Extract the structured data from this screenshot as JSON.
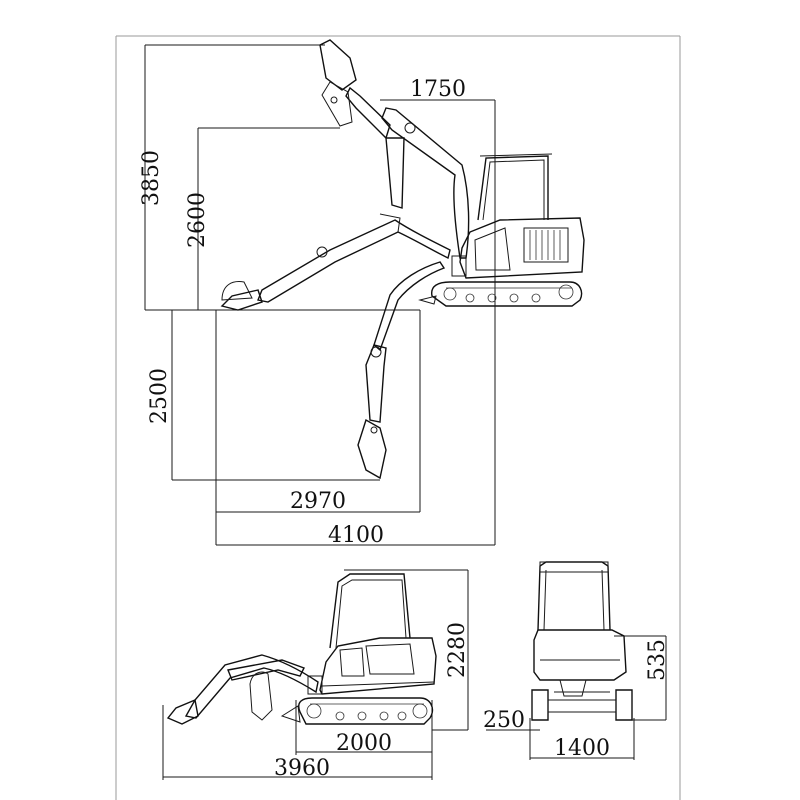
{
  "drawing": {
    "views": [
      {
        "id": "working-range",
        "dimensions": {
          "max_dig_height": "3850",
          "max_dump_height": "2600",
          "min_swing_radius": "1750",
          "max_dig_depth": "2500",
          "max_vertical_wall_reach": "2970",
          "max_reach": "4100"
        }
      },
      {
        "id": "side-view",
        "dimensions": {
          "overall_height": "2280",
          "track_length": "2000",
          "overall_length": "3960"
        }
      },
      {
        "id": "front-view",
        "dimensions": {
          "ground_clearance_counterweight": "535",
          "track_shoe_width": "250",
          "overall_width": "1400"
        }
      }
    ]
  },
  "colors": {
    "line": "#1a1a1a",
    "background": "#ffffff",
    "frame": "#9a9a9a"
  }
}
